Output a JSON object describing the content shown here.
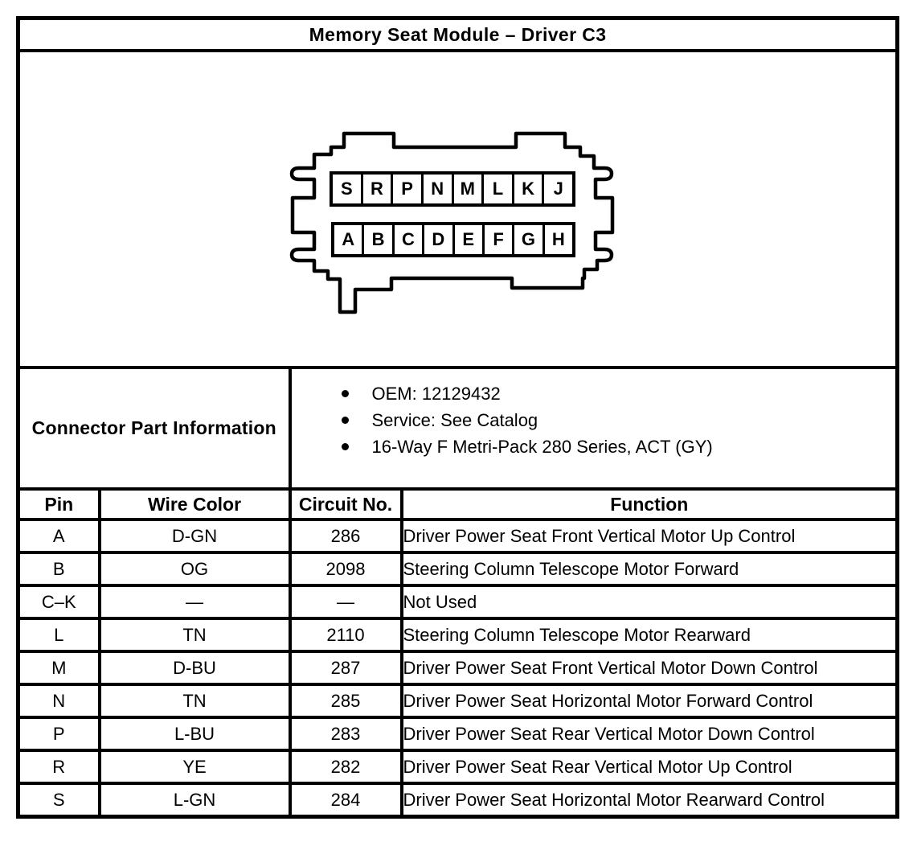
{
  "title": "Memory Seat Module – Driver C3",
  "connector": {
    "top_row": [
      "S",
      "R",
      "P",
      "N",
      "M",
      "L",
      "K",
      "J"
    ],
    "bottom_row": [
      "A",
      "B",
      "C",
      "D",
      "E",
      "F",
      "G",
      "H"
    ]
  },
  "part_info": {
    "label": "Connector Part Information",
    "bullets": [
      "OEM: 12129432",
      "Service: See Catalog",
      "16-Way F Metri-Pack 280 Series, ACT (GY)"
    ]
  },
  "pin_table": {
    "headers": [
      "Pin",
      "Wire Color",
      "Circuit No.",
      "Function"
    ],
    "rows": [
      [
        "A",
        "D-GN",
        "286",
        "Driver Power Seat Front Vertical Motor Up Control"
      ],
      [
        "B",
        "OG",
        "2098",
        "Steering Column Telescope Motor Forward"
      ],
      [
        "C–K",
        "—",
        "—",
        "Not Used"
      ],
      [
        "L",
        "TN",
        "2110",
        "Steering Column Telescope Motor Rearward"
      ],
      [
        "M",
        "D-BU",
        "287",
        "Driver Power Seat Front Vertical Motor Down Control"
      ],
      [
        "N",
        "TN",
        "285",
        "Driver Power Seat Horizontal Motor Forward Control"
      ],
      [
        "P",
        "L-BU",
        "283",
        "Driver Power Seat Rear Vertical Motor Down Control"
      ],
      [
        "R",
        "YE",
        "282",
        "Driver Power Seat Rear Vertical Motor Up Control"
      ],
      [
        "S",
        "L-GN",
        "284",
        "Driver Power Seat Horizontal Motor Rearward Control"
      ]
    ]
  },
  "colors": {
    "ink": "#000000",
    "paper": "#ffffff"
  }
}
